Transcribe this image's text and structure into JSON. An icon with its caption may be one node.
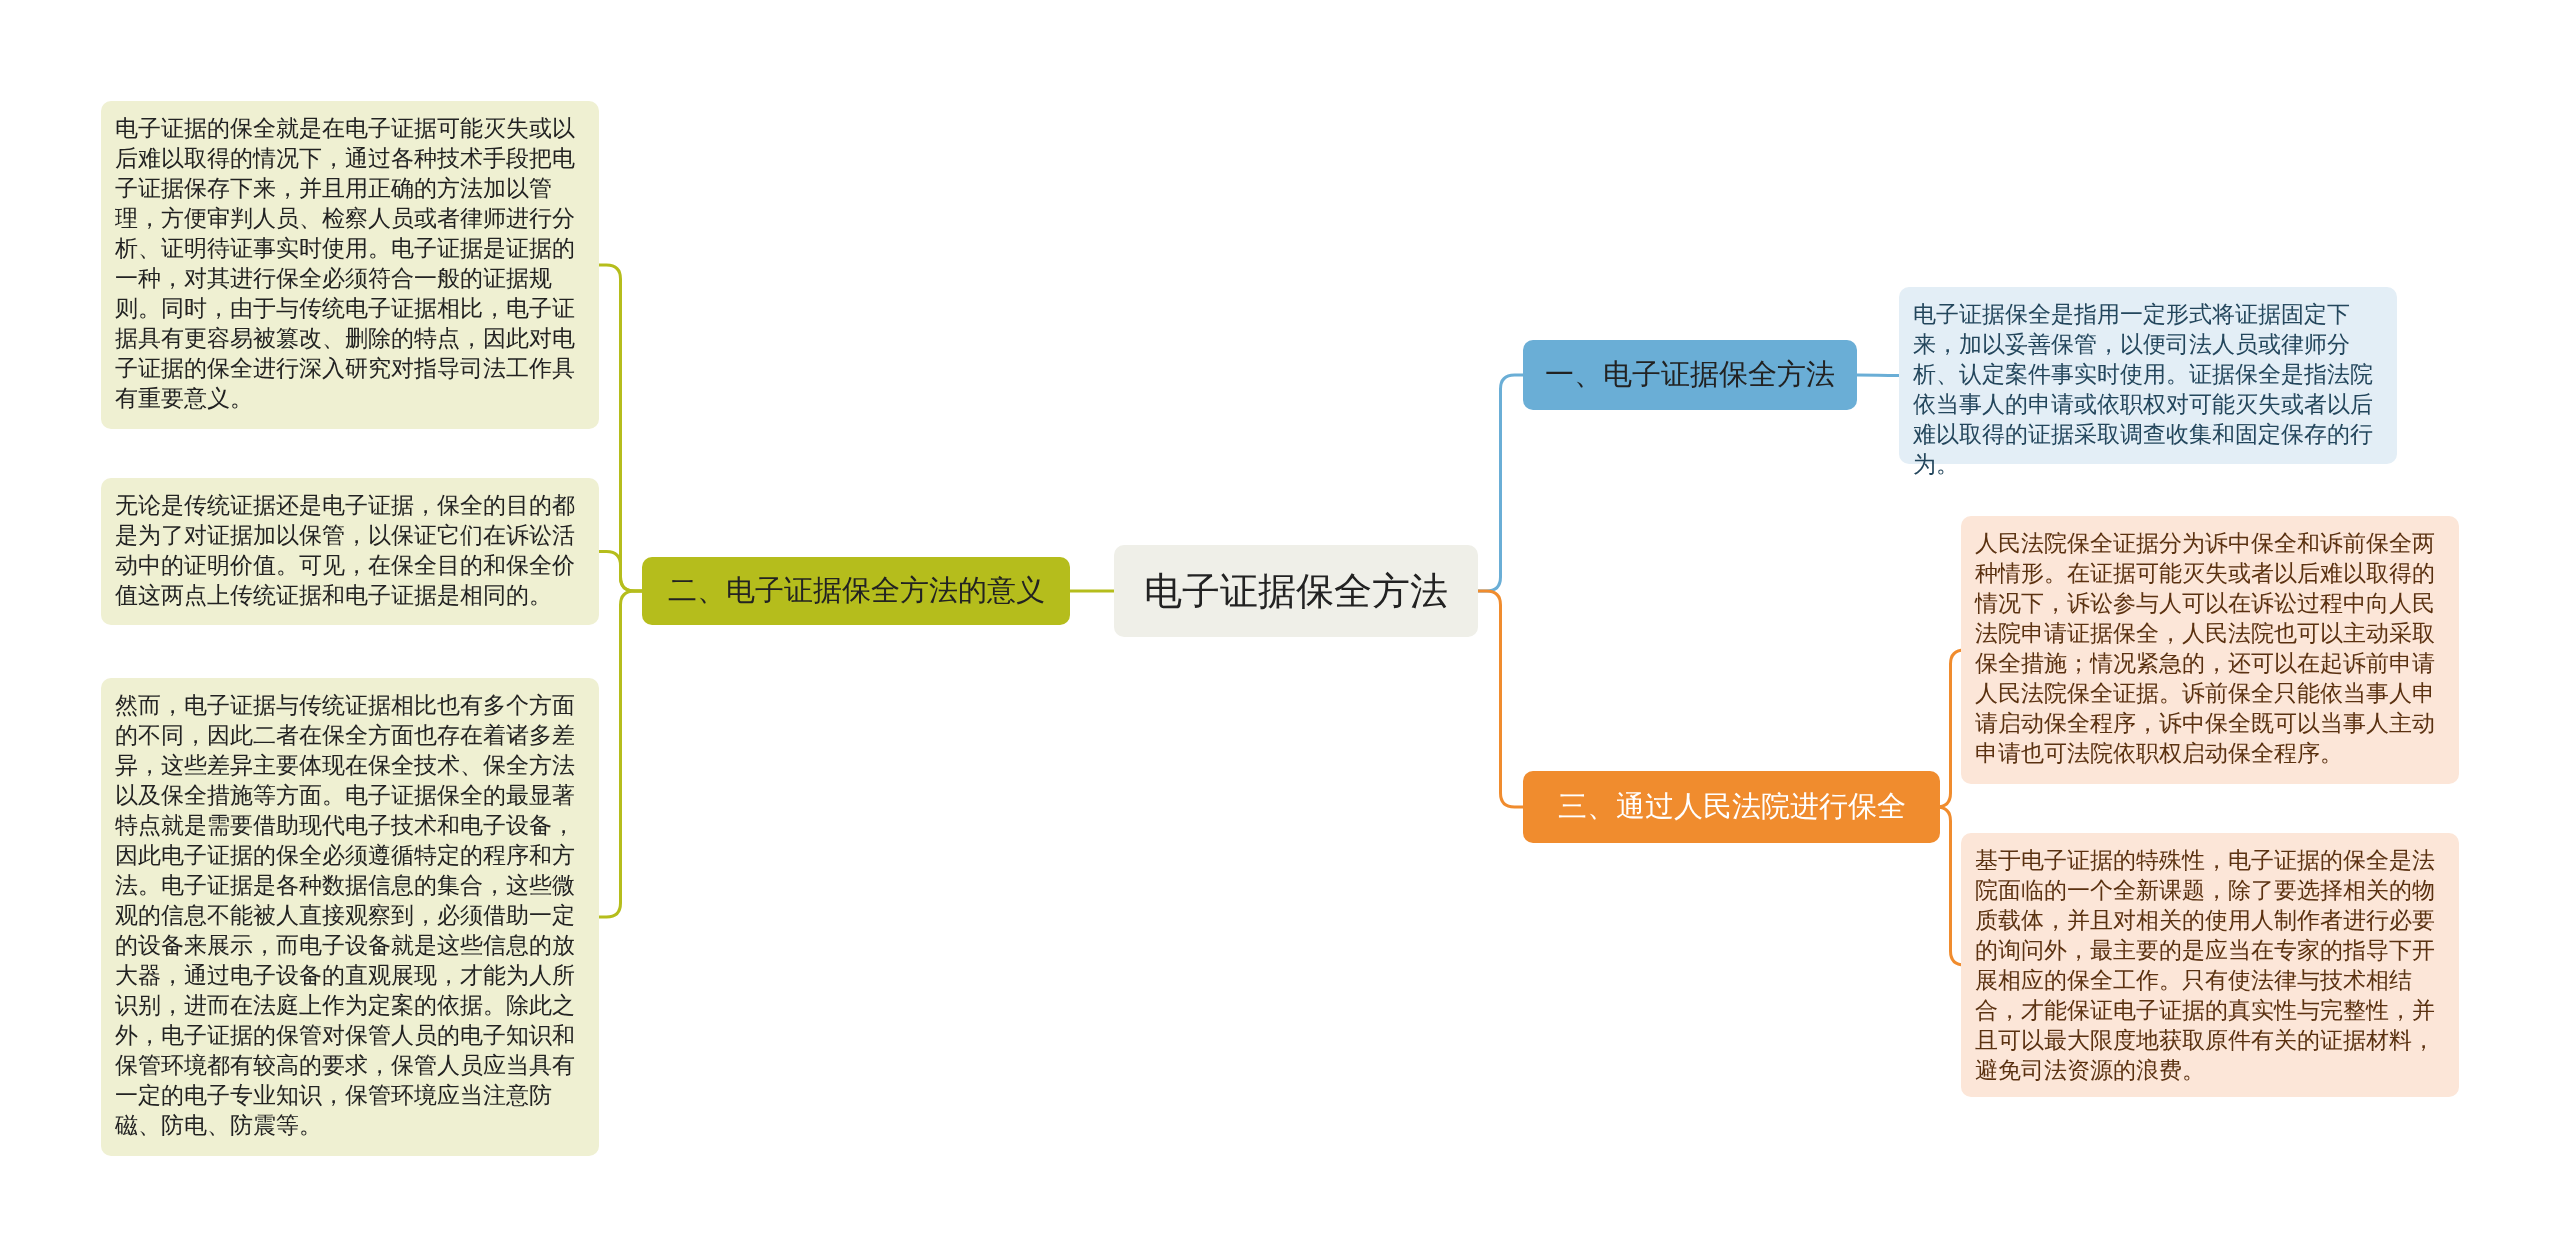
{
  "diagram": {
    "nodes": [
      {
        "text": [
          "电子证据保全方法"
        ]
      },
      {
        "text": [
          "二、电子证据保全方法的意义"
        ]
      },
      {
        "text": [
          "电子证据的保全就是在电子证据可能灭失或以后难以取得的情况下，通过各种技术手段把电子证据保存下来，并且用正确的方法加以管理，方便审判人员、检察人员或者律师进行分析、证明待证事实时使用。电子证据是证据的一种，对其进行保全必须符合一般的证据规则。同时，由于与传统电子证据相比，电子证据具有更容易被篡改、删除的特点，因此对电子证据的保全进行深入研究对指导司法工作具有重要意义。"
        ]
      },
      {
        "text": [
          "无论是传统证据还是电子证据，保全的目的都是为了对证据加以保管，以保证它们在诉讼活动中的证明价值。可见，在保全目的和保全价值这两点上传统证据和电子证据是相同的。"
        ]
      },
      {
        "text": [
          "然而，电子证据与传统证据相比也有多个方面的不同，因此二者在保全方面也存在着诸多差异，这些差异主要体现在保全技术、保全方法以及保全措施等方面。电子证据保全的最显著特点就是需要借助现代电子技术和电子设备，因此电子证据的保全必须遵循特定的程序和方法。电子证据是各种数据信息的集合，这些微观的信息不能被人直接观察到，必须借助一定的设备来展示，而电子设备就是这些信息的放大器，通过电子设备的直观展现，才能为人所识别，进而在法庭上作为定案的依据。除此之外，电子证据的保管对保管人员的电子知识和保管环境都有较高的要求，保管人员应当具有一定的电子专业知识，保管环境应当注意防磁、防电、防震等。"
        ]
      },
      {
        "text": [
          "一、电子证据保全方法"
        ]
      },
      {
        "text": [
          "电子证据保全是指用一定形式将证据固定下来，加以妥善保管，以便司法人员或律师分析、认定案件事实时使用。证据保全是指法院依当事人的申请或依职权对可能灭失或者以后难以取得的证据采取调查收集和固定保存的行为。"
        ]
      },
      {
        "text": [
          "三、通过人民法院进行保全"
        ]
      },
      {
        "text": [
          "人民法院保全证据分为诉中保全和诉前保全两种情形。在证据可能灭失或者以后难以取得的情况下，诉讼参与人可以在诉讼过程中向人民法院申请证据保全，人民法院也可以主动采取保全措施；情况紧急的，还可以在起诉前申请人民法院保全证据。诉前保全只能依当事人申请启动保全程序，诉中保全既可以当事人主动申请也可法院依职权启动保全程序。"
        ]
      },
      {
        "text": [
          "基于电子证据的特殊性，电子证据的保全是法院面临的一个全新课题，除了要选择相关的物质载体，并且对相关的使用人制作者进行必要的询问外，最主要的是应当在专家的指导下开展相应的保全工作。只有使法律与技术相结合，才能保证电子证据的真实性与完整性，并且可以最大限度地获取原件有关的证据材料，避免司法资源的浪费。"
        ]
      }
    ],
    "edges": [
      {
        "from": 0,
        "to": 1,
        "arrow": "none",
        "color": "#b5bd1c"
      },
      {
        "from": 1,
        "to": 2,
        "arrow": "none",
        "color": "#b5bd1c"
      },
      {
        "from": 1,
        "to": 3,
        "arrow": "none",
        "color": "#b5bd1c"
      },
      {
        "from": 1,
        "to": 4,
        "arrow": "none",
        "color": "#b5bd1c"
      },
      {
        "from": 0,
        "to": 5,
        "arrow": "none",
        "color": "#6aaed6"
      },
      {
        "from": 5,
        "to": 6,
        "arrow": "none",
        "color": "#6aaed6"
      },
      {
        "from": 0,
        "to": 7,
        "arrow": "none",
        "color": "#f08c2e"
      },
      {
        "from": 7,
        "to": 8,
        "arrow": "none",
        "color": "#f08c2e"
      },
      {
        "from": 7,
        "to": 9,
        "arrow": "none",
        "color": "#f08c2e"
      }
    ]
  }
}
